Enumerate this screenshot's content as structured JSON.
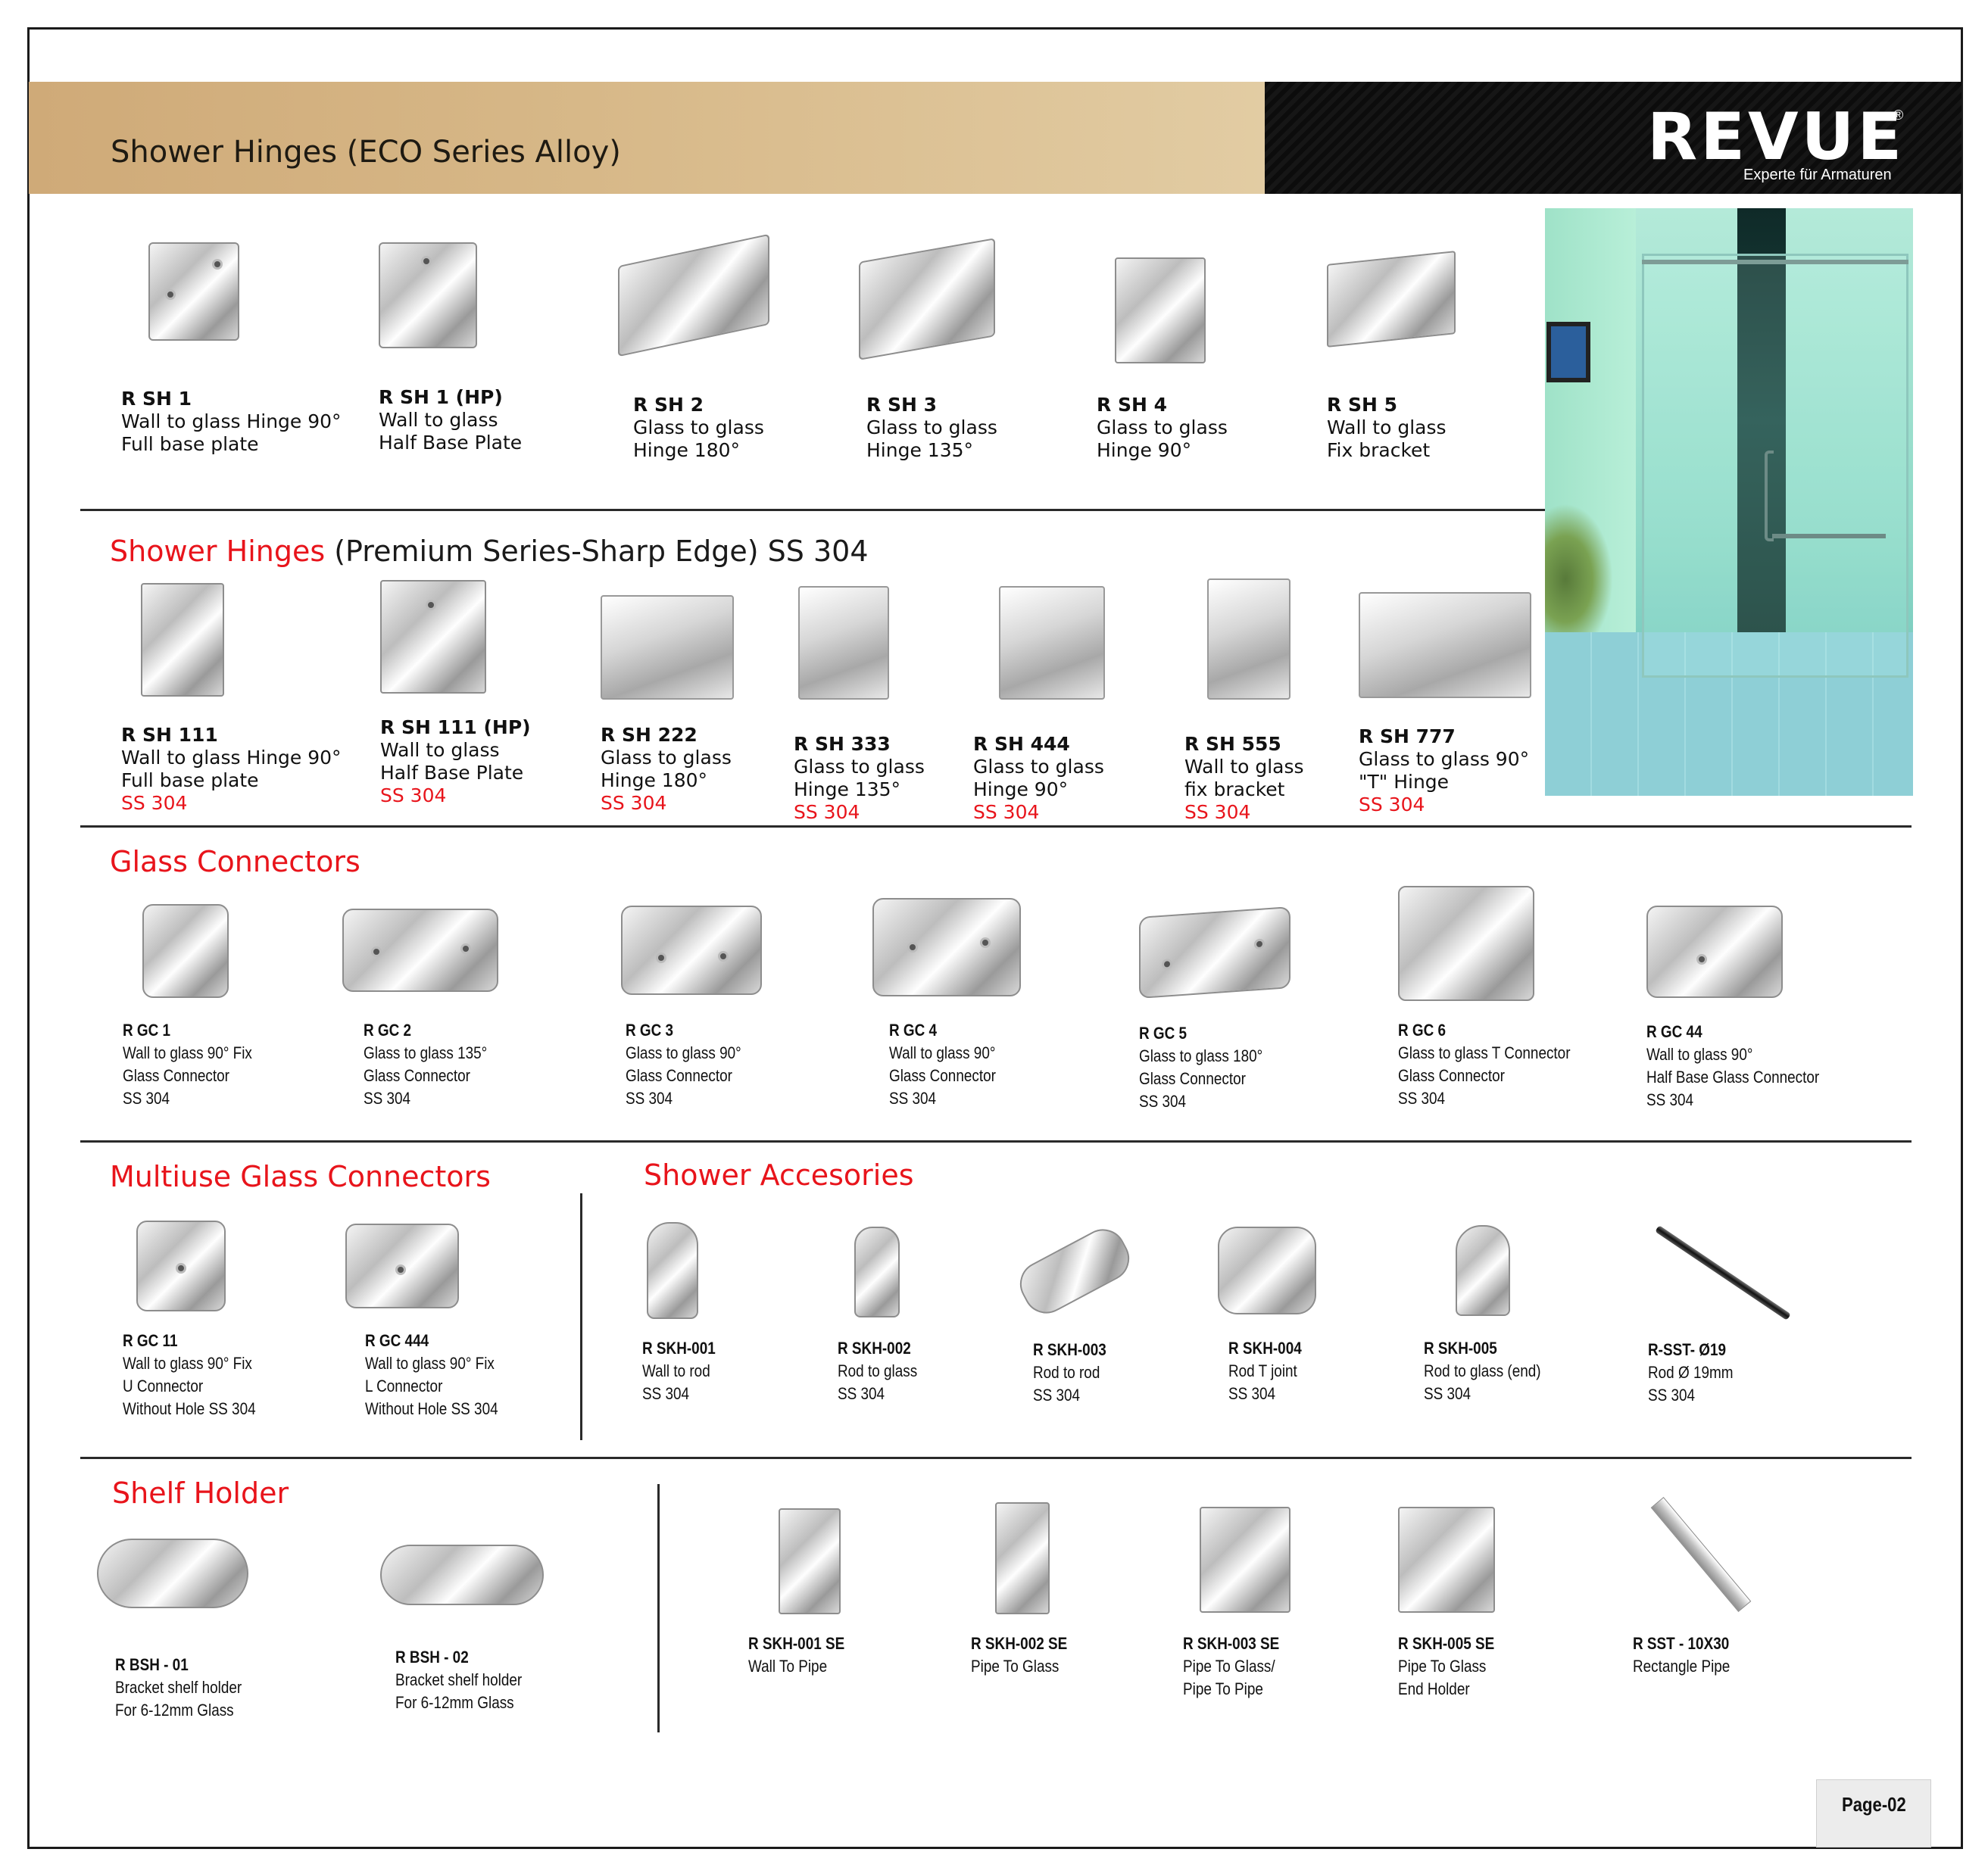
{
  "header": {
    "title": "Shower Hinges (ECO Series Alloy)",
    "brand": "REVUE",
    "brand_mark": "®",
    "tagline": "Experte für Armaturen"
  },
  "eco": {
    "items": [
      {
        "code": "R SH 1",
        "lines": [
          "Wall to glass Hinge 90°",
          "Full base plate"
        ]
      },
      {
        "code": "R SH 1 (HP)",
        "lines": [
          "Wall to glass",
          "Half Base Plate"
        ]
      },
      {
        "code": "R SH 2",
        "lines": [
          "Glass to glass",
          "Hinge 180°"
        ]
      },
      {
        "code": "R SH 3",
        "lines": [
          "Glass to glass",
          "Hinge 135°"
        ]
      },
      {
        "code": "R SH 4",
        "lines": [
          "Glass to glass",
          "Hinge 90°"
        ]
      },
      {
        "code": "R SH 5",
        "lines": [
          "Wall to glass",
          "Fix bracket"
        ]
      }
    ]
  },
  "premium": {
    "title_red": "Shower Hinges",
    "title_dark": "(Premium Series-Sharp Edge) SS 304",
    "items": [
      {
        "code": "R SH 111",
        "lines": [
          "Wall to glass Hinge 90°",
          "Full base plate"
        ],
        "grade": "SS 304"
      },
      {
        "code": "R SH 111 (HP)",
        "lines": [
          "Wall to glass",
          "Half Base Plate"
        ],
        "grade": "SS 304"
      },
      {
        "code": "R SH 222",
        "lines": [
          "Glass to glass",
          "Hinge 180°"
        ],
        "grade": "SS 304"
      },
      {
        "code": "R SH 333",
        "lines": [
          "Glass to glass",
          "Hinge 135°"
        ],
        "grade": "SS 304"
      },
      {
        "code": "R SH 444",
        "lines": [
          "Glass to glass",
          "Hinge 90°"
        ],
        "grade": "SS 304"
      },
      {
        "code": "R SH 555",
        "lines": [
          "Wall to glass",
          "fix bracket"
        ],
        "grade": "SS 304"
      },
      {
        "code": "R SH 777",
        "lines": [
          "Glass to glass 90°",
          "\"T\" Hinge"
        ],
        "grade": "SS 304"
      }
    ]
  },
  "glass_connectors": {
    "title": "Glass Connectors",
    "items": [
      {
        "code": "R GC 1",
        "lines": [
          "Wall to glass 90° Fix",
          "Glass Connector",
          "SS 304"
        ]
      },
      {
        "code": "R GC 2",
        "lines": [
          "Glass to glass 135°",
          "Glass Connector",
          "SS 304"
        ]
      },
      {
        "code": "R GC 3",
        "lines": [
          "Glass to glass 90°",
          "Glass Connector",
          "SS 304"
        ]
      },
      {
        "code": "R GC 4",
        "lines": [
          "Wall to glass 90°",
          "Glass Connector",
          "SS 304"
        ]
      },
      {
        "code": "R GC 5",
        "lines": [
          "Glass to glass 180°",
          "Glass Connector",
          "SS 304"
        ]
      },
      {
        "code": "R GC 6",
        "lines": [
          "Glass to glass T Connector",
          "Glass Connector",
          "SS 304"
        ]
      },
      {
        "code": "R GC 44",
        "lines": [
          "Wall to glass 90°",
          "Half Base Glass Connector",
          "SS 304"
        ]
      }
    ]
  },
  "multiuse": {
    "title": "Multiuse Glass Connectors",
    "items": [
      {
        "code": "R GC 11",
        "lines": [
          "Wall to glass 90° Fix",
          "U Connector",
          "Without Hole SS 304"
        ]
      },
      {
        "code": "R GC 444",
        "lines": [
          "Wall to glass 90° Fix",
          "L Connector",
          "Without Hole SS 304"
        ]
      }
    ]
  },
  "accessories": {
    "title": "Shower Accesories",
    "items": [
      {
        "code": "R SKH-001",
        "lines": [
          "Wall to rod",
          "SS 304"
        ]
      },
      {
        "code": "R SKH-002",
        "lines": [
          "Rod to glass",
          "SS 304"
        ]
      },
      {
        "code": "R SKH-003",
        "lines": [
          "Rod to rod",
          "SS 304"
        ]
      },
      {
        "code": "R SKH-004",
        "lines": [
          "Rod T joint",
          "SS 304"
        ]
      },
      {
        "code": "R SKH-005",
        "lines": [
          "Rod to glass (end)",
          "SS 304"
        ]
      },
      {
        "code": "R-SST- Ø19",
        "lines": [
          "Rod Ø 19mm",
          "SS 304"
        ]
      }
    ]
  },
  "shelf": {
    "title": "Shelf Holder",
    "items": [
      {
        "code": "R BSH - 01",
        "lines": [
          "Bracket shelf holder",
          "For 6-12mm Glass"
        ]
      },
      {
        "code": "R BSH - 02",
        "lines": [
          "Bracket shelf holder",
          "For 6-12mm Glass"
        ]
      }
    ]
  },
  "square": {
    "items": [
      {
        "code": "R SKH-001 SE",
        "lines": [
          "Wall To Pipe"
        ]
      },
      {
        "code": "R SKH-002 SE",
        "lines": [
          "Pipe To Glass"
        ]
      },
      {
        "code": "R SKH-003 SE",
        "lines": [
          "Pipe To Glass/",
          "Pipe To Pipe"
        ]
      },
      {
        "code": "R SKH-005 SE",
        "lines": [
          "Pipe To Glass",
          "End Holder"
        ]
      },
      {
        "code": "R SST - 10X30",
        "lines": [
          "Rectangle Pipe"
        ]
      }
    ]
  },
  "footer": {
    "page": "Page-02"
  }
}
